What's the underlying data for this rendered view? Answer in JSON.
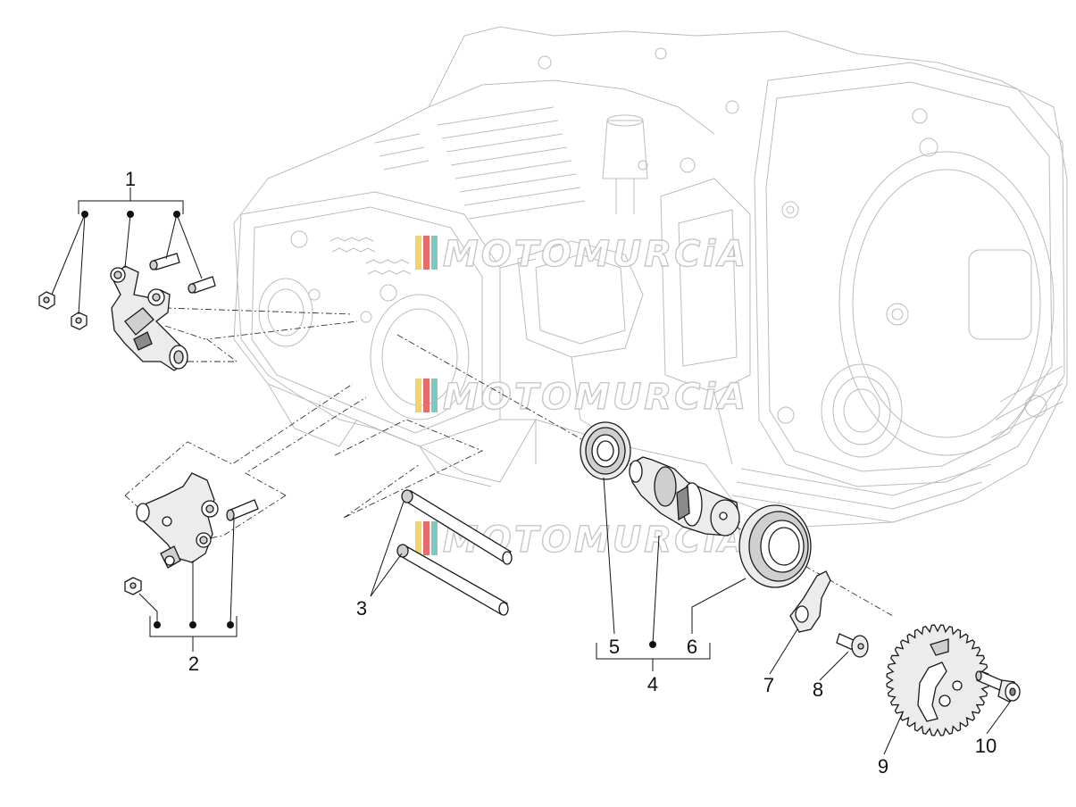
{
  "watermark": {
    "text": "MOTOMURCiA",
    "stripe_colors": [
      "#f3d36b",
      "#e86a6a",
      "#7fc7c0"
    ]
  },
  "callouts": [
    "1",
    "2",
    "3",
    "4",
    "5",
    "6",
    "7",
    "8",
    "9",
    "10"
  ]
}
